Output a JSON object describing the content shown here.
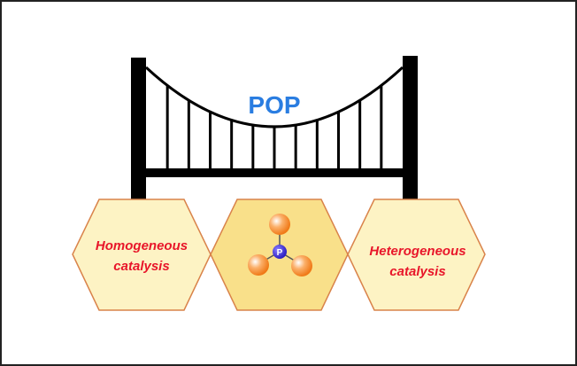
{
  "title": "POP",
  "left_hexagon": {
    "line1": "Homogeneous",
    "line2": "catalysis"
  },
  "right_hexagon": {
    "line1": "Heterogeneous",
    "line2": "catalysis"
  },
  "center_atom": "P",
  "colors": {
    "title": "#2a7de1",
    "labels": "#e8162a",
    "hex_fill": "#fdf3c4",
    "hex_center_fill": "#f9e08a",
    "hex_stroke": "#d9834a",
    "ball": "#f7892a",
    "atom": "#3d2fd6"
  }
}
